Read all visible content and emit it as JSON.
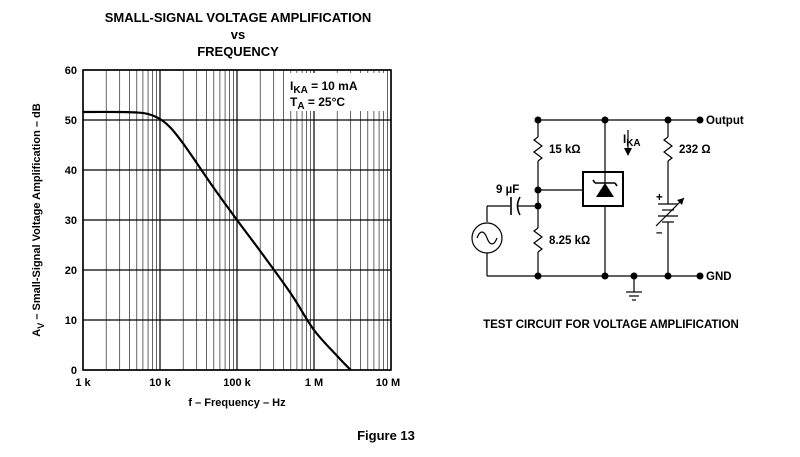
{
  "chart_data": {
    "type": "line",
    "title": [
      "SMALL-SIGNAL VOLTAGE AMPLIFICATION",
      "vs",
      "FREQUENCY"
    ],
    "xlabel": "f – Frequency – Hz",
    "ylabel": "A",
    "ylabel_sub": "V",
    "ylabel_rest": " – Small-Signal Voltage Amplification – dB",
    "xscale": "log",
    "xlim": [
      1000,
      10000000
    ],
    "ylim": [
      0,
      60
    ],
    "xticks": [
      {
        "value": 1000,
        "label": "1 k"
      },
      {
        "value": 10000,
        "label": "10 k"
      },
      {
        "value": 100000,
        "label": "100 k"
      },
      {
        "value": 1000000,
        "label": "1 M"
      },
      {
        "value": 10000000,
        "label": "10 M"
      }
    ],
    "yticks": [
      0,
      10,
      20,
      30,
      40,
      50,
      60
    ],
    "grid": true,
    "series": [
      {
        "x": [
          1000,
          3000,
          5000,
          7000,
          10000,
          14000,
          20000,
          30000,
          50000,
          100000,
          200000,
          500000,
          1000000,
          2000000,
          3000000
        ],
        "y": [
          51.6,
          51.6,
          51.5,
          51.2,
          50.2,
          48.3,
          45.3,
          41.4,
          36.4,
          30.0,
          23.8,
          15.3,
          8.0,
          2.8,
          0.0
        ]
      }
    ],
    "annotation": {
      "line1_main": "I",
      "line1_sub": "KA",
      "line1_rest": " = 10 mA",
      "line2_main": "T",
      "line2_sub": "A",
      "line2_rest": " = 25°C"
    }
  },
  "circuit": {
    "output_label": "Output",
    "gnd_label": "GND",
    "r1_label": "15 kΩ",
    "r2_label": "8.25 kΩ",
    "r3_label": "232 Ω",
    "cap_label": "9 µF",
    "current_main": "I",
    "current_sub": "KA",
    "plus_sign": "+",
    "minus_sign": "–",
    "title": "TEST CIRCUIT FOR VOLTAGE AMPLIFICATION"
  },
  "figure_caption": "Figure 13"
}
